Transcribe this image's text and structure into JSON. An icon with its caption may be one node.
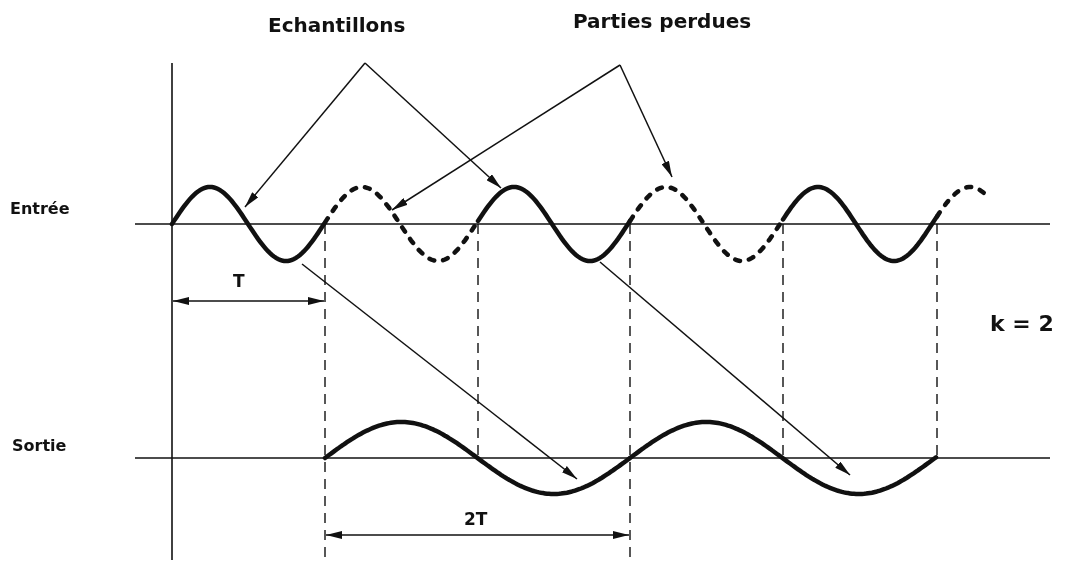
{
  "diagram": {
    "nodes": [
      {
        "text": [
          "Echantillons"
        ]
      },
      {
        "text": [
          "Parties perdues"
        ]
      },
      {
        "text": [],
        "shape": "curve"
      },
      {
        "text": [],
        "shape": "curve"
      },
      {
        "text": [],
        "shape": "curve"
      },
      {
        "text": [],
        "shape": "curve"
      },
      {
        "text": [],
        "shape": "curve"
      },
      {
        "text": [],
        "shape": "curve"
      }
    ],
    "edges": [
      {
        "from": 0,
        "to": 2,
        "arrow": "to"
      },
      {
        "from": 0,
        "to": 4,
        "arrow": "to"
      },
      {
        "from": 1,
        "to": 3,
        "arrow": "to"
      },
      {
        "from": 1,
        "to": 5,
        "arrow": "to"
      },
      {
        "from": 2,
        "to": 6,
        "arrow": "to"
      },
      {
        "from": 4,
        "to": 7,
        "arrow": "to"
      }
    ],
    "labels": [
      "Entrée",
      "Sortie",
      "T",
      "2T",
      "k = 2"
    ]
  }
}
